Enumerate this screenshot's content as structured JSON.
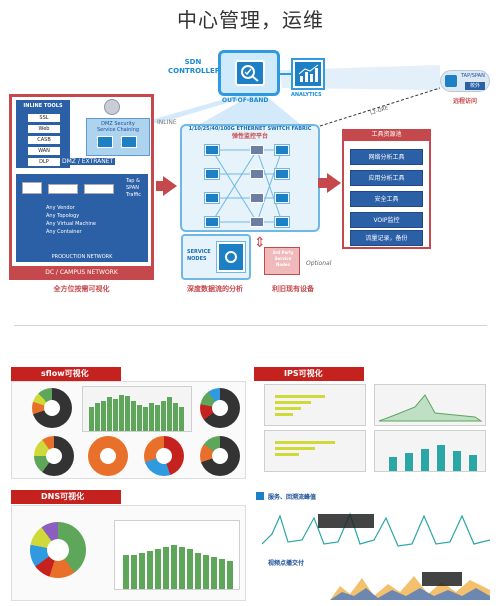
{
  "title": "中心管理，运维",
  "diagram": {
    "sdn_controllers": "SDN\nCONTROLLERS",
    "analytics": "ANALYTICS",
    "out_of_band": "OUT-OF-BAND",
    "inline": "INLINE",
    "l2gre": "L2-GRE",
    "tap_span": "TAP/SPAN",
    "external": "校外",
    "remote_access": "远程访问",
    "inline_tools_title": "INLINE TOOLS",
    "inline_tools": [
      "SSL",
      "Web",
      "CASB",
      "WAN",
      "DLP"
    ],
    "dmz_service": "DMZ Security\nService Chaining",
    "dmz_label": "DMZ / EXTRANET",
    "tap_span_traffic": "Tap &\nSPAN\nTraffic",
    "any_list": [
      "Any Vendor",
      "Any Topology",
      "Any Virtual Machine",
      "Any Container"
    ],
    "production_network": "PRODUCTION NETWORK",
    "dc_campus": "DC / CAMPUS NETWORK",
    "left_caption": "全方位按需可视化",
    "fabric_title": "1/10/25/40/100G ETHERNET SWITCH FABRIC",
    "fabric_cn": "弹性监控平台",
    "service_nodes": "SERVICE\nNODES",
    "third_party": "3rd Party\nService\nNodes",
    "optional": "Optional",
    "deep_analysis": "深度数据流的分析",
    "reuse_devices": "利旧现有设备",
    "tool_pool_title": "工具资源池",
    "tool_pool": [
      "网络分析工具",
      "应用分析工具",
      "安全工具",
      "VOIP监控",
      "流量记录，备份"
    ]
  },
  "sections": {
    "sflow": "sflow可视化",
    "ips": "IPS可视化",
    "dns": "DNS可视化",
    "service": "服务、回溯流峰值",
    "video": "视频点播交付"
  },
  "colors": {
    "brand_red": "#c5494c",
    "tag_red": "#c5221f",
    "blue": "#2b5fa6",
    "light_blue": "#2f9ae0",
    "green": "#5ea65a",
    "orange": "#e8702a"
  }
}
